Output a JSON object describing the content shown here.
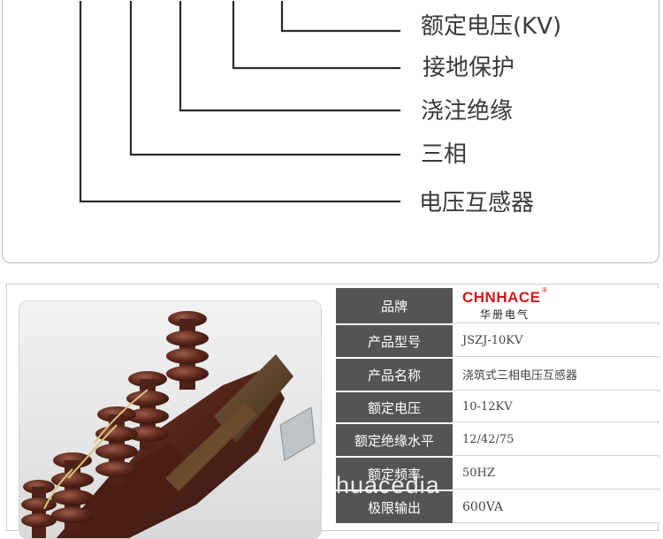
{
  "legend": {
    "labels": [
      "额定电压(KV)",
      "接地保护",
      "浇注绝缘",
      "三相",
      "电压互感器"
    ]
  },
  "product": {
    "brand": {
      "logo_text": "CHNHACE",
      "logo_mark": "®",
      "cn_name": "华册电气"
    },
    "specs": [
      {
        "key": "品牌",
        "value": ""
      },
      {
        "key": "产品型号",
        "value": "JSZJ-10KV"
      },
      {
        "key": "产品名称",
        "value": "浇筑式三相电压互感器"
      },
      {
        "key": "额定电压",
        "value": "10-12KV"
      },
      {
        "key": "额定绝缘水平",
        "value": "12/42/75"
      },
      {
        "key": "额定频率",
        "value": "50HZ"
      },
      {
        "key": "极限输出",
        "value": "600VA"
      }
    ],
    "watermark": "huacedia"
  },
  "colors": {
    "table_header_bg": "#545454",
    "brand_red": "#d4171a",
    "insulator_brown": "#5a2a1e"
  },
  "icons": {
    "photo": "voltage-transformer-photo"
  }
}
